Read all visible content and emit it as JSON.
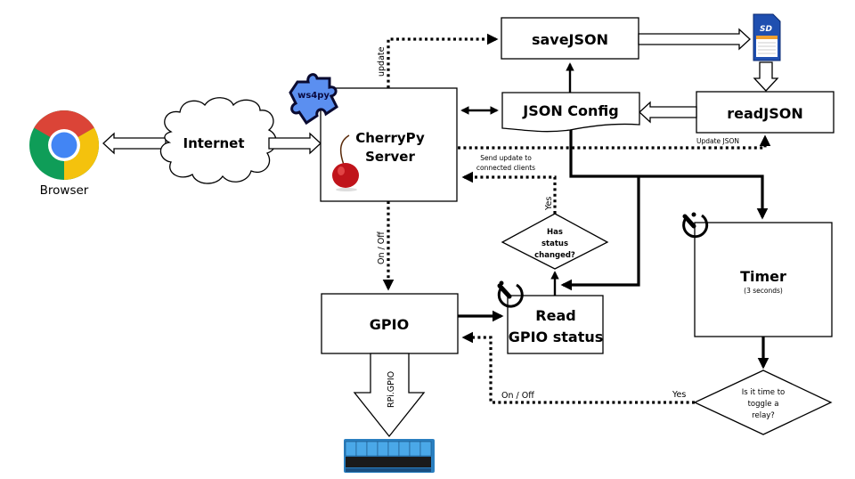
{
  "nodes": {
    "browser": {
      "label": "Browser"
    },
    "internet": {
      "label": "Internet"
    },
    "cherrypy": {
      "line1": "CherryPy",
      "line2": "Server",
      "badge": "ws4py"
    },
    "save_json": {
      "label": "saveJSON"
    },
    "json_config": {
      "label": "JSON Config"
    },
    "read_json": {
      "label": "readJSON"
    },
    "gpio": {
      "label": "GPIO"
    },
    "read_gpio": {
      "line1": "Read",
      "line2": "GPIO status"
    },
    "status_changed": {
      "line1": "Has",
      "line2": "status",
      "line3": "changed?"
    },
    "timer": {
      "label": "Timer",
      "sublabel": "(3 seconds)"
    },
    "toggle_relay": {
      "line1": "Is it time to",
      "line2": "toggle a",
      "line3": "relay?"
    },
    "sd_card": {
      "label": "SD card"
    },
    "relay_board": {
      "label": "Relay board"
    }
  },
  "edge_labels": {
    "update": "update",
    "update_json": "Update JSON",
    "send_update_1": "Send update to",
    "send_update_2": "connected clients",
    "yes_status": "Yes",
    "on_off_vertical": "On / Off",
    "on_off_horizontal": "On / Off",
    "yes_toggle": "Yes",
    "rpi_gpio": "RPi.GPIO"
  },
  "colors": {
    "chrome_red": "#db4437",
    "chrome_yellow": "#f4c20d",
    "chrome_green": "#0f9d58",
    "chrome_blue": "#4285f4",
    "ws4py_blue": "#5b8ff0",
    "cherry_red": "#c0141b",
    "sd_blue": "#1f4fb0",
    "sd_orange": "#f0a030",
    "relay_blue": "#2a8fd0"
  }
}
